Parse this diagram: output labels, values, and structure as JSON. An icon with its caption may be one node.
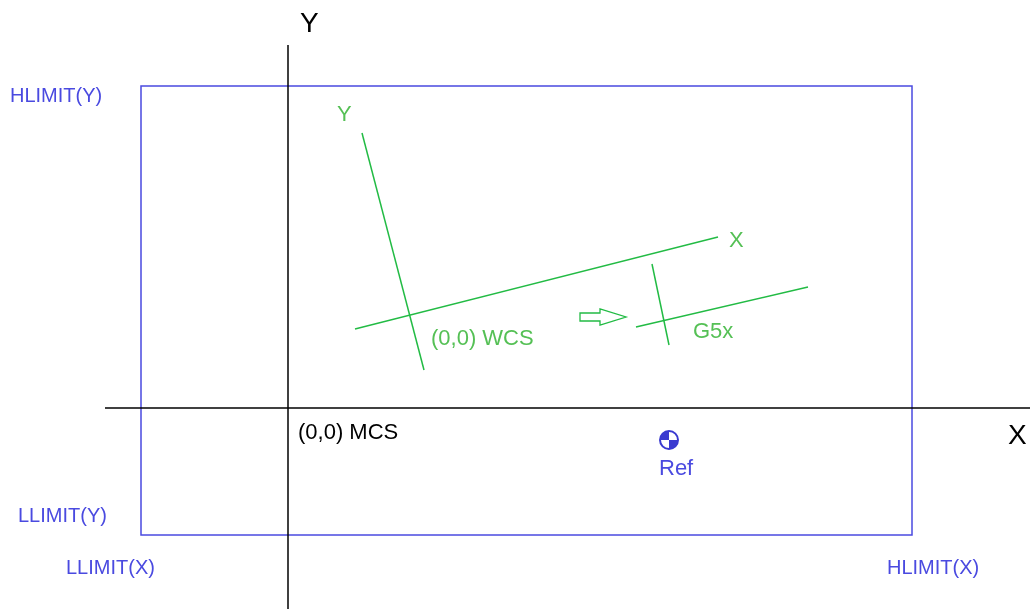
{
  "diagram": {
    "labels": [
      "Y",
      "HLIMIT(Y)",
      "Y",
      "X",
      "(0,0) WCS",
      "G5x",
      "(0,0) MCS",
      "X",
      "Ref",
      "LLIMIT(Y)",
      "LLIMIT(X)",
      "HLIMIT(X)"
    ]
  }
}
